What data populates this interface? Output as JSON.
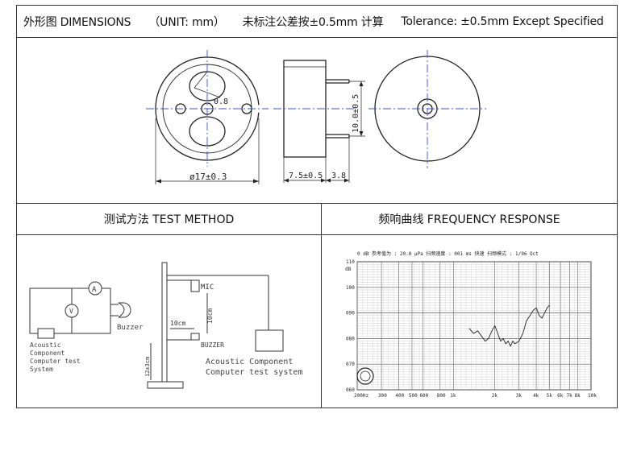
{
  "header": {
    "title": "外形图 DIMENSIONS",
    "unit": "（UNIT: mm）",
    "cn_tolerance": "未标注公差按±0.5mm 计算",
    "tolerance": "Tolerance:  ±0.5mm Except Specified"
  },
  "drawing": {
    "diameter": "ø17±0.3",
    "hole": "0.8",
    "height": "7.5±0.5",
    "pin_length": "3.8",
    "pin_spacing": "10.0±0.5"
  },
  "test_method": {
    "title": "测试方法  TEST METHOD",
    "ammeter": "A",
    "voltmeter": "V",
    "buzzer_label": "Buzzer",
    "acs_left_lines": [
      "Acoustic",
      "Component",
      "Computer test",
      "System"
    ],
    "mic": "MIC",
    "dist_10cm_h": "10cm",
    "dist_10cm_v": "10cm",
    "buzzer": "BUZZER",
    "stand_height": "12±3cm",
    "acs_right_lines": [
      "Acoustic  Component",
      "Computer test system"
    ]
  },
  "frequency_response": {
    "title": "频响曲线  FREQUENCY RESPONSE",
    "top_line": "0 dB 参考值为 : 20.0 µPa     扫频速度 : 001 ms 快速    扫频模式 : 1/96  Oct",
    "y_unit": "dB",
    "y_ticks": [
      "110",
      "100",
      "090",
      "080",
      "070",
      "060"
    ],
    "x_ticks": [
      "200Hz",
      "300",
      "400",
      "500",
      "600",
      "800",
      "1k",
      "2k",
      "3k",
      "4k",
      "5k",
      "6k",
      "7k",
      "8k",
      "10k"
    ]
  },
  "chart_data": {
    "type": "line",
    "title": "",
    "xlabel": "",
    "ylabel": "dB",
    "x_scale": "log",
    "xlim": [
      200,
      10000
    ],
    "ylim": [
      60,
      110
    ],
    "grid": true,
    "series": [
      {
        "x": [
          1300,
          1400,
          1500,
          1600,
          1700,
          1800,
          1900,
          2000,
          2100,
          2200,
          2300,
          2400,
          2500,
          2600,
          2700,
          2800,
          3000,
          3200,
          3400,
          3600,
          3800,
          4000,
          4200,
          4400,
          4600,
          4800,
          5000
        ],
        "y": [
          84,
          82,
          83,
          81,
          79,
          80,
          83,
          85,
          82,
          79,
          80,
          78,
          79,
          77,
          79,
          78,
          79,
          82,
          87,
          89,
          91,
          92,
          89,
          88,
          90,
          92,
          93
        ]
      }
    ]
  }
}
